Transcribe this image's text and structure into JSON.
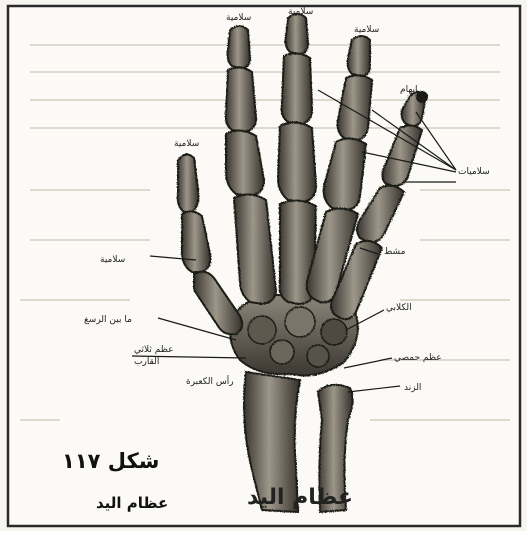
{
  "figure": {
    "number_caption": "شكل ١١٧",
    "title_caption": "عظام اليد",
    "inset_caption": "عظام اليد"
  },
  "labels": {
    "left_phalanx": "سلامية",
    "metacarpal_left": "سلامية",
    "carpal_mid": "ما بين الرسغ",
    "trapezoid": "عظم ثلاثي",
    "scaphoid": "القارب",
    "radius_head": "رأس الكعبرة",
    "right_group": "سلاميات",
    "thumb_top": "ابهام",
    "index_top": "سلامية",
    "middle_top": "سلامية",
    "ring_top": "سلامية",
    "right_meta": "مشط",
    "hamate": "الكلابي",
    "pisiform": "عظم حمصي",
    "ulna": "الزند"
  },
  "colors": {
    "bone": "#6f6a60",
    "bone_dark": "#2b2824",
    "bone_light": "#b7b1a4",
    "paper": "#f7f5ef",
    "ink": "#1a1a1a"
  }
}
